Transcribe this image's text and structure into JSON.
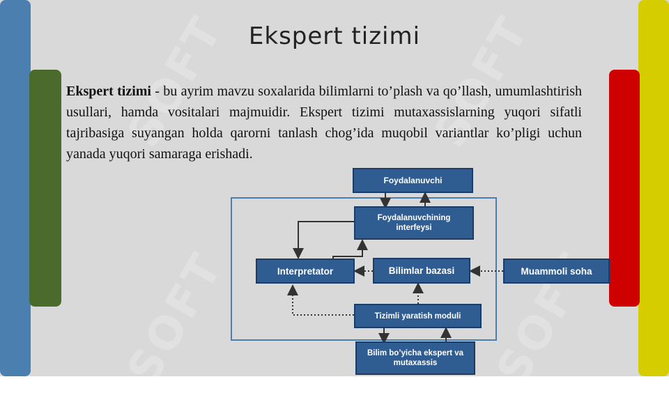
{
  "slide": {
    "title": "Ekspert tizimi",
    "paragraph_term": "Ekspert tizimi",
    "paragraph_rest": " - bu ayrim mavzu soxalarida bilimlarni to’plash va qo’llash, umumlashtirish usullari, hamda vositalari majmuidir. Ekspert tizimi mutaxassislarning yuqori sifatli tajribasiga suyangan holda qarorni tanlash chog’ida muqobil variantlar ko’pligi uchun yanada yuqori samaraga erishadi.",
    "watermark": "SOFT",
    "colors": {
      "bar_blue": "#4a7fb0",
      "bar_green": "#4a6b2c",
      "bar_yellow": "#d6cd00",
      "bar_red": "#cf0000",
      "box_fill": "#2f5d91"
    }
  },
  "diagram": {
    "user": "Foydalanuvchi",
    "interface": "Foydalanuvchining interfeysi",
    "interpreter": "Interpretator",
    "knowledge_base": "Bilimlar bazasi",
    "problem_area": "Muammoli soha",
    "creation_module": "Tizimli yaratish moduli",
    "expert": "Bilim bo’yicha ekspert va mutaxassis"
  }
}
